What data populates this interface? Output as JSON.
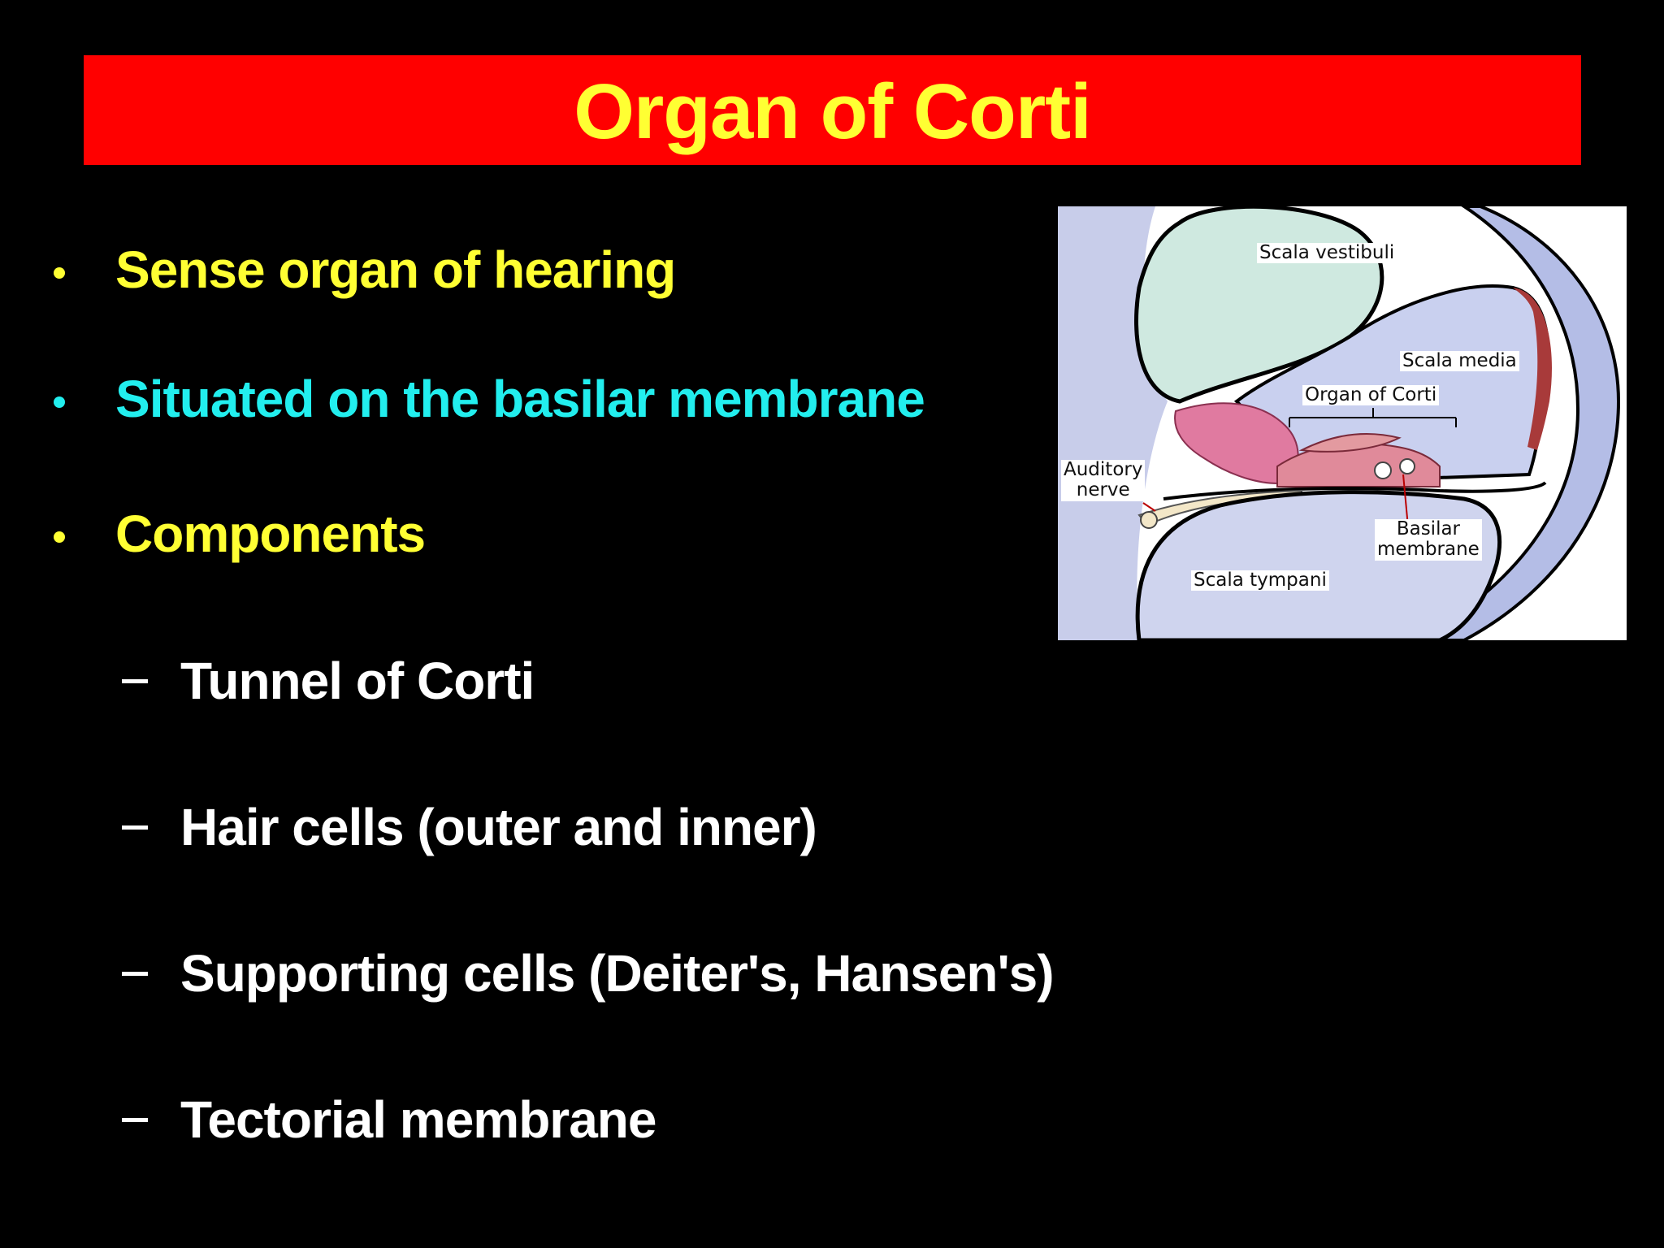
{
  "slide": {
    "title": "Organ of Corti",
    "bullets": [
      {
        "text": "Sense organ of hearing",
        "color": "#ffff33"
      },
      {
        "text": "Situated on the basilar membrane",
        "color": "#22eeee"
      },
      {
        "text": "Components",
        "color": "#ffff33"
      }
    ],
    "sub_bullets": [
      {
        "text": "Tunnel of Corti"
      },
      {
        "text": "Hair cells (outer and inner)"
      },
      {
        "text": "Supporting cells (Deiter's, Hansen's)"
      },
      {
        "text": "Tectorial membrane"
      }
    ]
  },
  "figure": {
    "labels": {
      "scala_vestibuli": "Scala vestibuli",
      "scala_media": "Scala media",
      "organ_of_corti": "Organ of Corti",
      "auditory_nerve_1": "Auditory",
      "auditory_nerve_2": "nerve",
      "basilar_membrane_1": "Basilar",
      "basilar_membrane_2": "membrane",
      "scala_tympani": "Scala tympani"
    }
  },
  "colors": {
    "background": "#000000",
    "title_bar": "#ff0000",
    "title_text": "#ffff33",
    "sub_text": "#ffffff"
  }
}
